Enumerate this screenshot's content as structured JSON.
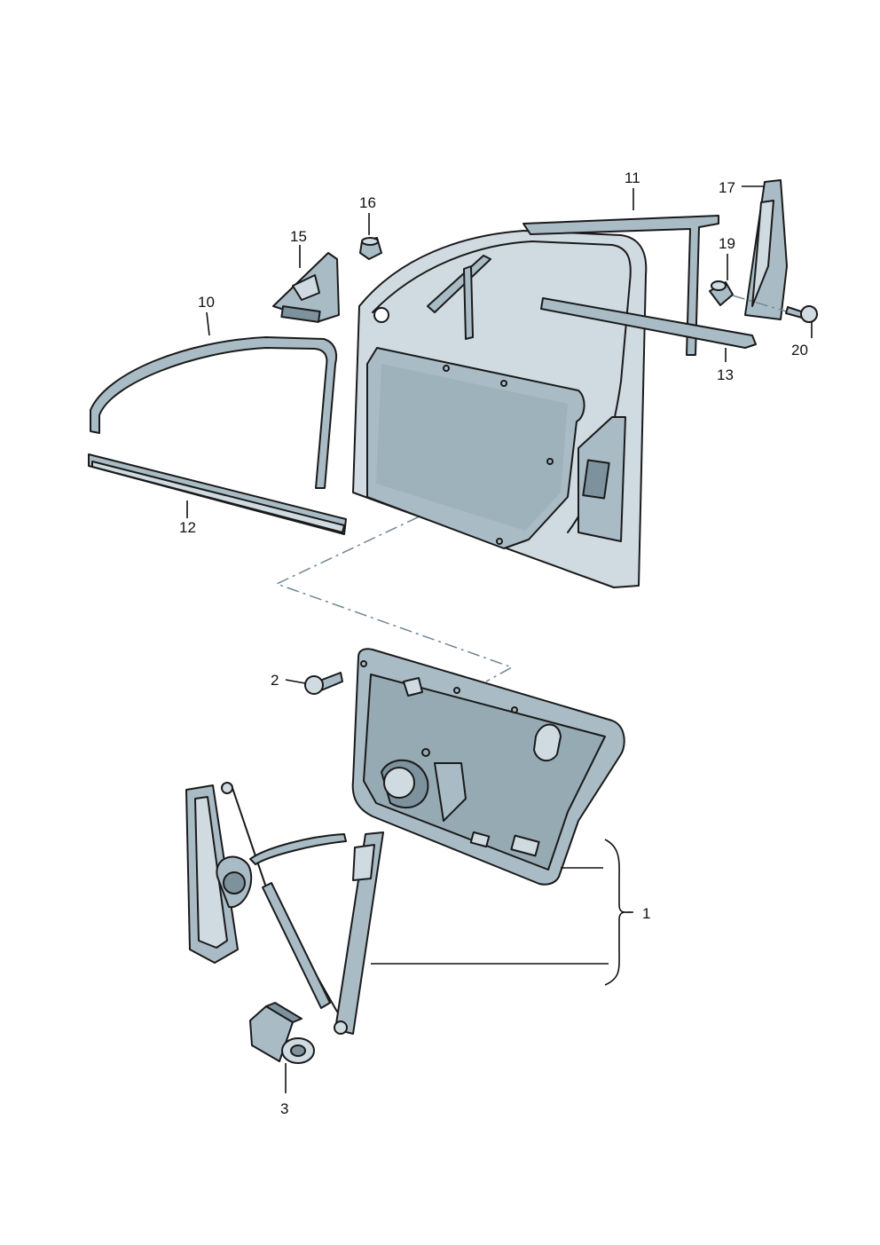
{
  "callouts": {
    "c1": "1",
    "c2": "2",
    "c3": "3",
    "c10": "10",
    "c11": "11",
    "c12": "12",
    "c13": "13",
    "c15": "15",
    "c16": "16",
    "c17": "17",
    "c19": "19",
    "c20": "20"
  },
  "colors": {
    "part_fill": "#a9bcc6",
    "part_light": "#cfdbe1",
    "outline": "#1a1a1a",
    "dash_line": "#6f8794"
  }
}
